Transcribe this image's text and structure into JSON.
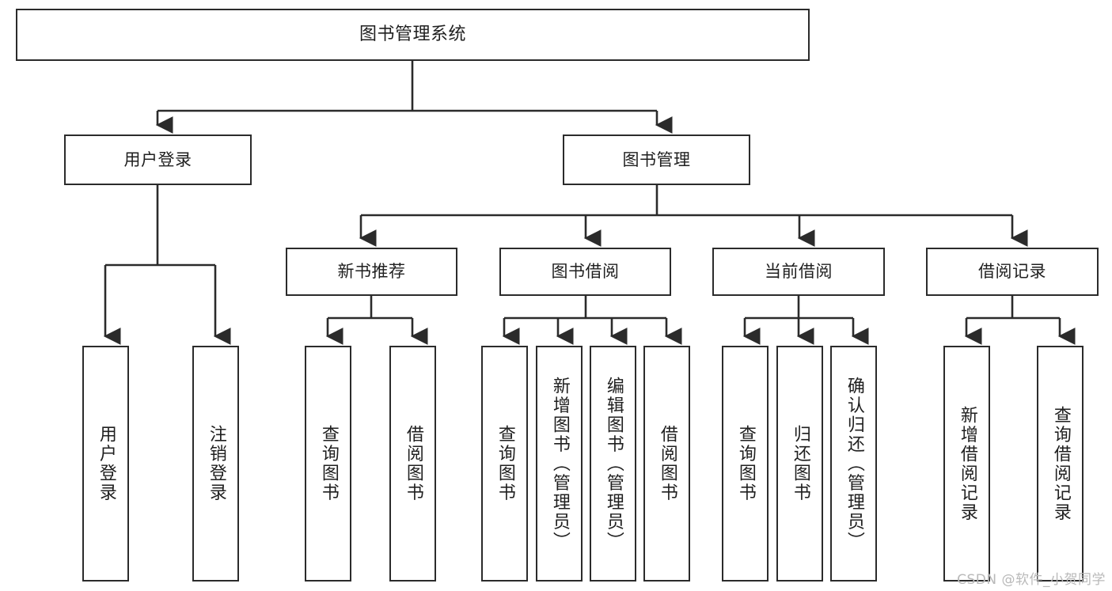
{
  "diagram": {
    "title": "图书管理系统",
    "type": "tree-hierarchy",
    "stroke_color": "#2b2b2b",
    "fill_color": "#ffffff",
    "text_color": "#1f1f1f"
  },
  "nodes": {
    "root": {
      "label": "图书管理系统"
    },
    "level1": [
      {
        "label": "用户登录"
      },
      {
        "label": "图书管理"
      }
    ],
    "level2": [
      {
        "label": "新书推荐"
      },
      {
        "label": "图书借阅"
      },
      {
        "label": "当前借阅"
      },
      {
        "label": "借阅记录"
      }
    ],
    "leaves": {
      "user_login": [
        {
          "label": "用户登录"
        },
        {
          "label": "注销登录"
        }
      ],
      "new_book_recommend": [
        {
          "label": "查询图书"
        },
        {
          "label": "借阅图书"
        }
      ],
      "book_borrow": [
        {
          "label": "查询图书"
        },
        {
          "label": "新增图书（管理员）"
        },
        {
          "label": "编辑图书（管理员）"
        },
        {
          "label": "借阅图书"
        }
      ],
      "current_borrow": [
        {
          "label": "查询图书"
        },
        {
          "label": "归还图书"
        },
        {
          "label": "确认归还（管理员）"
        }
      ],
      "borrow_record": [
        {
          "label": "新增借阅记录"
        },
        {
          "label": "查询借阅记录"
        }
      ]
    }
  },
  "watermark": {
    "text": "CSDN @软件_小贺同学"
  }
}
